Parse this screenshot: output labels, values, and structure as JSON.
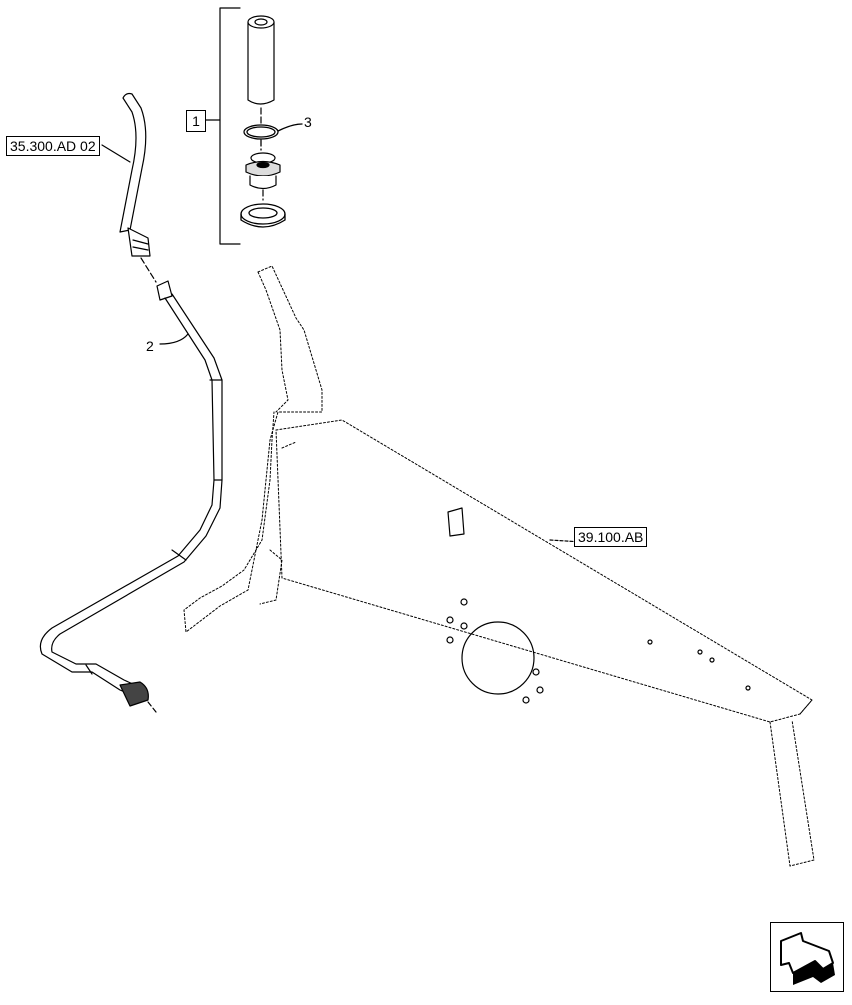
{
  "labels": {
    "ref_hose_link": "35.300.AD 02",
    "ref_frame_link": "39.100.AB",
    "callout_kit": "1",
    "callout_tube": "2",
    "callout_oring": "3"
  },
  "icons": {
    "nav": "next-page-arrow-icon"
  }
}
